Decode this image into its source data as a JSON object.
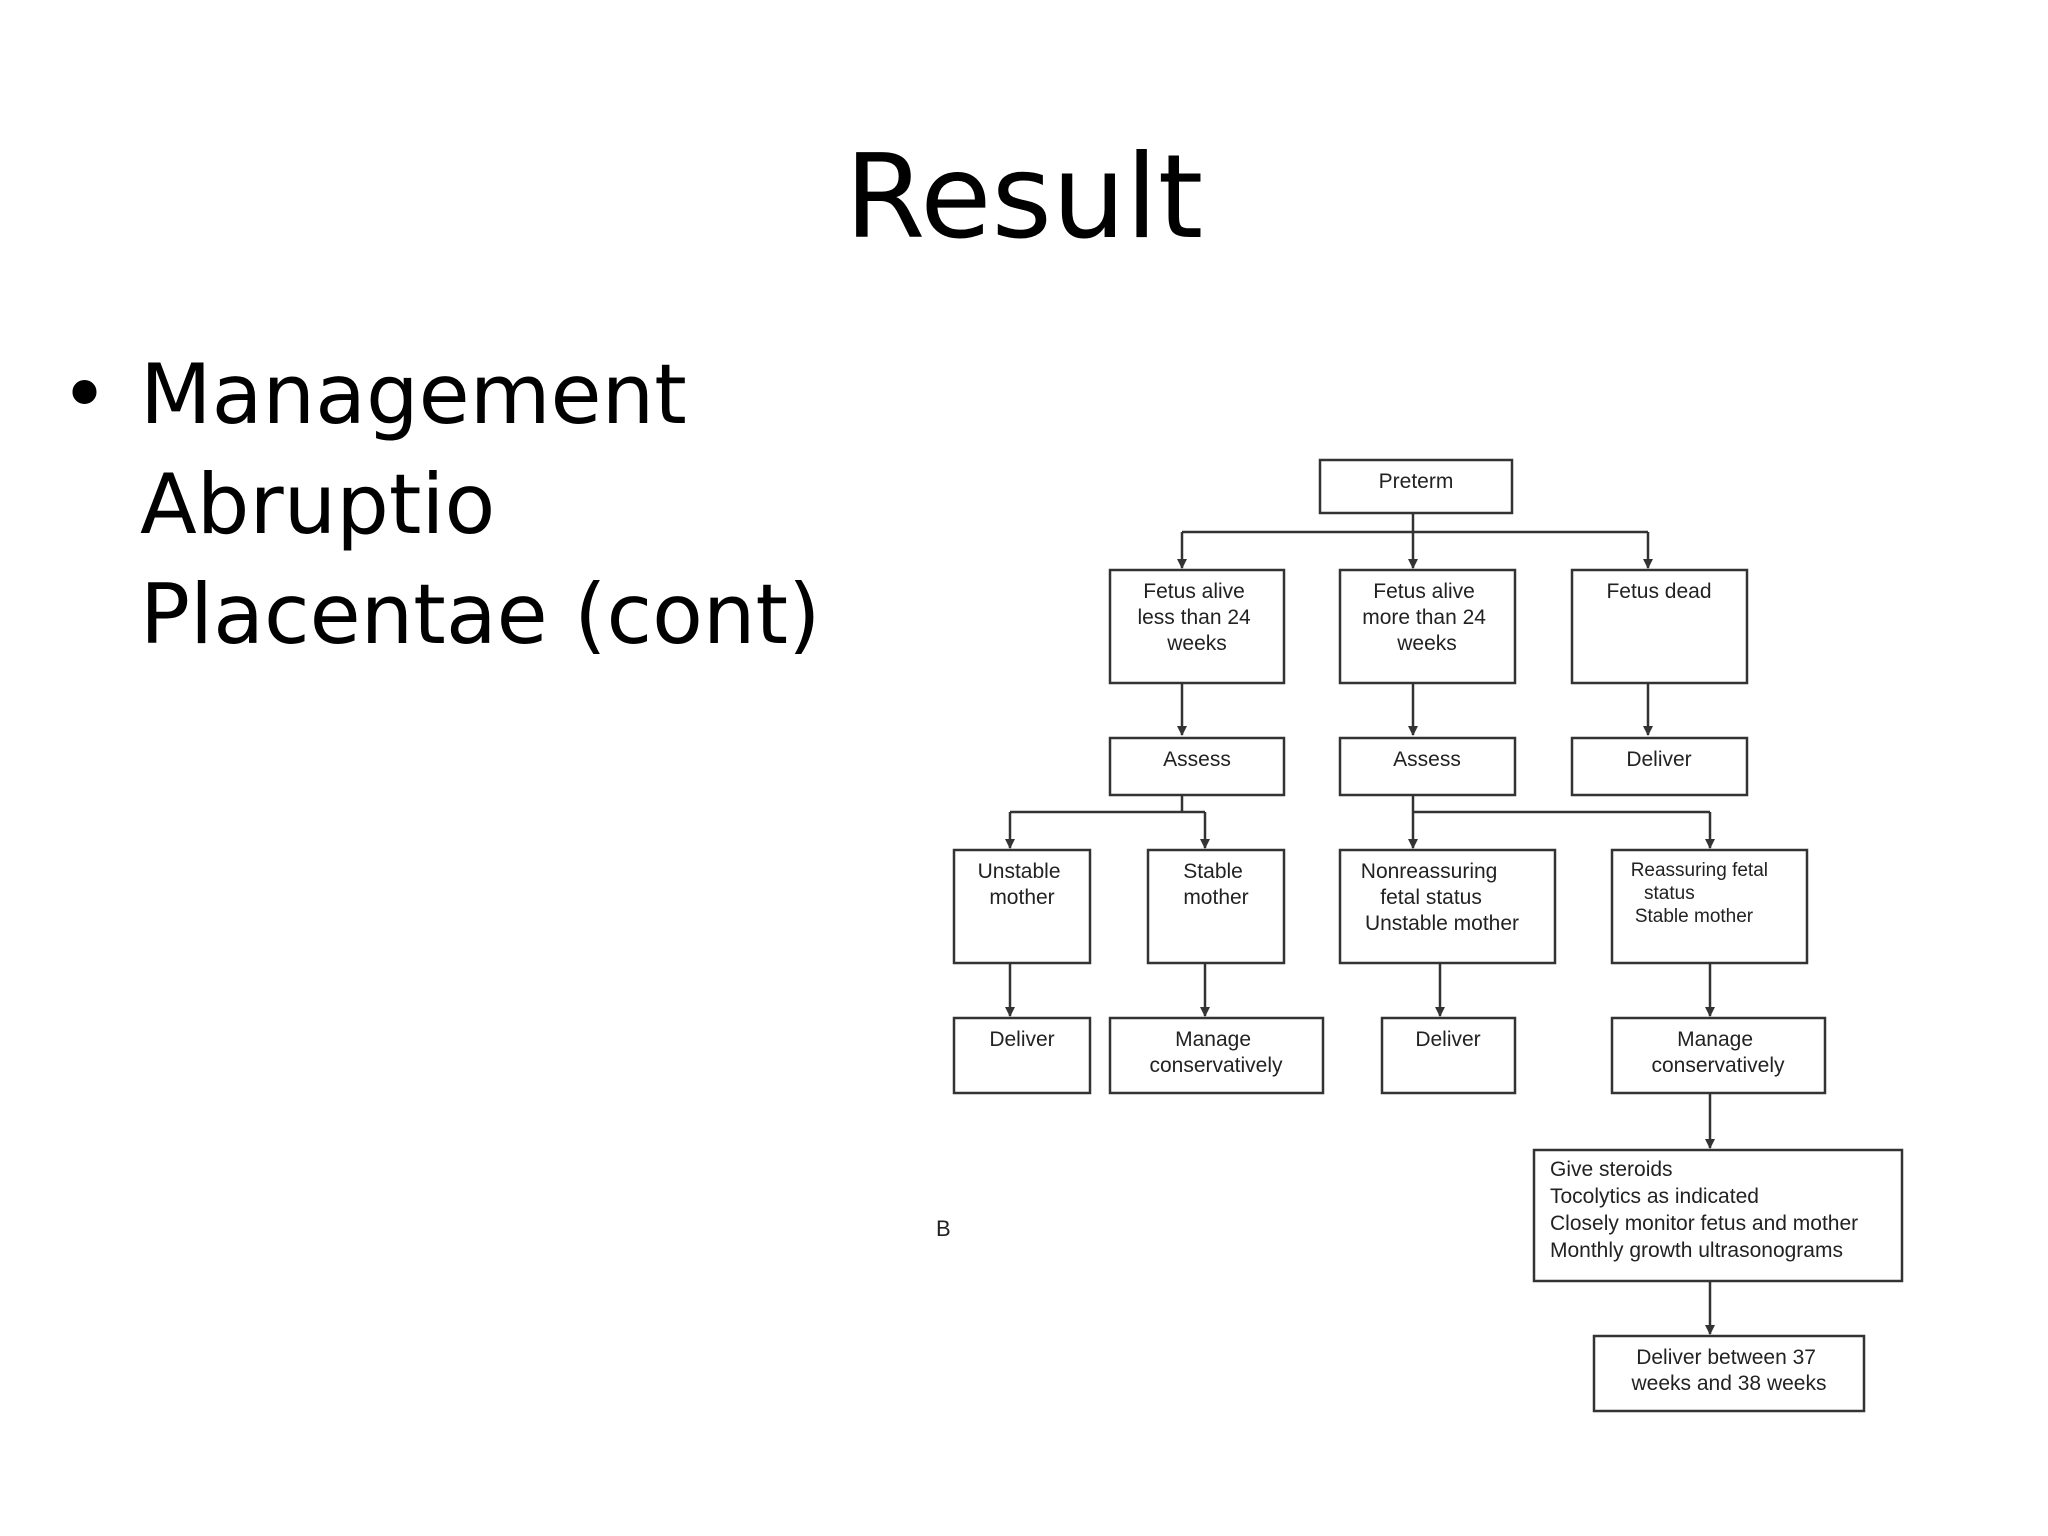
{
  "slide": {
    "title": "Result",
    "bullet": {
      "line1": "Management Abruptio",
      "line2": "Placentae (cont)"
    }
  },
  "diagram": {
    "panel_label": "B",
    "nodes": {
      "preterm": [
        "Preterm"
      ],
      "fetus_alive_lt24": [
        "Fetus alive",
        "less than 24",
        "weeks"
      ],
      "fetus_alive_gt24": [
        "Fetus alive",
        "more than 24",
        "weeks"
      ],
      "fetus_dead": [
        "Fetus dead"
      ],
      "assess_left": [
        "Assess"
      ],
      "assess_mid": [
        "Assess"
      ],
      "deliver_right": [
        "Deliver"
      ],
      "unstable_mother": [
        "Unstable",
        "mother"
      ],
      "stable_mother": [
        "Stable",
        "mother"
      ],
      "nonreassuring": [
        "Nonreassuring",
        "fetal status",
        "Unstable mother"
      ],
      "reassuring": [
        "Reassuring fetal",
        "status",
        "Stable mother"
      ],
      "deliver_1": [
        "Deliver"
      ],
      "manage_1": [
        "Manage",
        "conservatively"
      ],
      "deliver_2": [
        "Deliver"
      ],
      "manage_2": [
        "Manage",
        "conservatively"
      ],
      "steroids": [
        "Give steroids",
        "Tocolytics as indicated",
        "Closely monitor fetus and mother",
        "Monthly growth ultrasonograms"
      ],
      "deliver_final": [
        "Deliver between 37",
        "weeks and 38 weeks"
      ]
    }
  }
}
